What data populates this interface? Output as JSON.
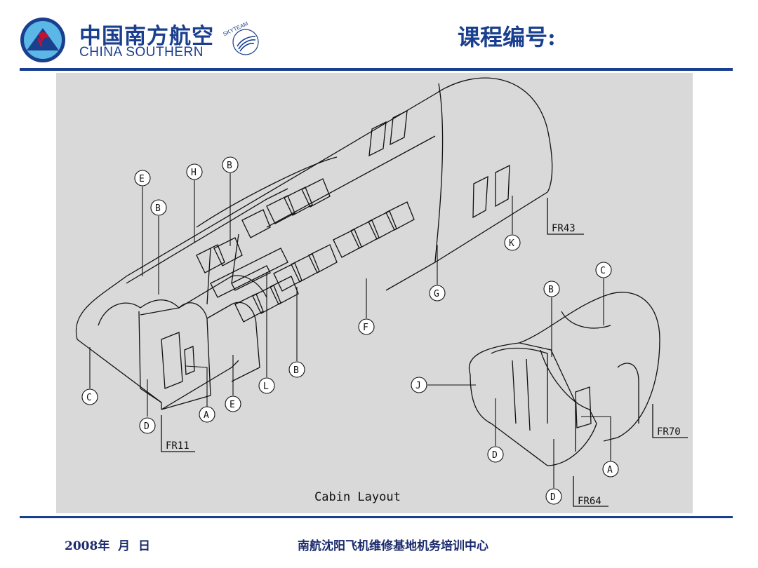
{
  "header": {
    "logo_cn": "中国南方航空",
    "logo_en": "CHINA SOUTHERN",
    "skyteam": "SKYTEAM",
    "course_label": "课程编号:"
  },
  "diagram": {
    "caption": "Cabin Layout",
    "frames": [
      "FR11",
      "FR43",
      "FR64",
      "FR70"
    ],
    "callouts": [
      "A",
      "B",
      "C",
      "D",
      "E",
      "F",
      "G",
      "H",
      "J",
      "K",
      "L"
    ]
  },
  "footer": {
    "date": "2008年  月  日",
    "org": "南航沈阳飞机维修基地机务培训中心"
  },
  "colors": {
    "brand_blue": "#1a3f8f",
    "diagram_bg": "#d9d9d9",
    "emblem_red": "#c8102e",
    "emblem_sky": "#5bb7e5"
  }
}
